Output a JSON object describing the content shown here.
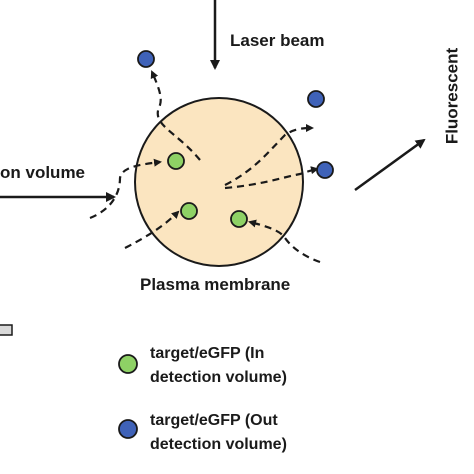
{
  "labels": {
    "laser_beam": "Laser beam",
    "detection_volume": "on volume",
    "fluorescent": "Fluorescent",
    "plasma_membrane": "Plasma membrane"
  },
  "legend": {
    "in_line1": "target/eGFP (In",
    "in_line2": "detection volume)",
    "out_line1": "target/eGFP (Out",
    "out_line2": "detection volume)"
  },
  "colors": {
    "cell_fill": "#fbe5c0",
    "in_particle": "#8ed165",
    "out_particle": "#3f62b8",
    "stroke": "#1a1a1a"
  }
}
